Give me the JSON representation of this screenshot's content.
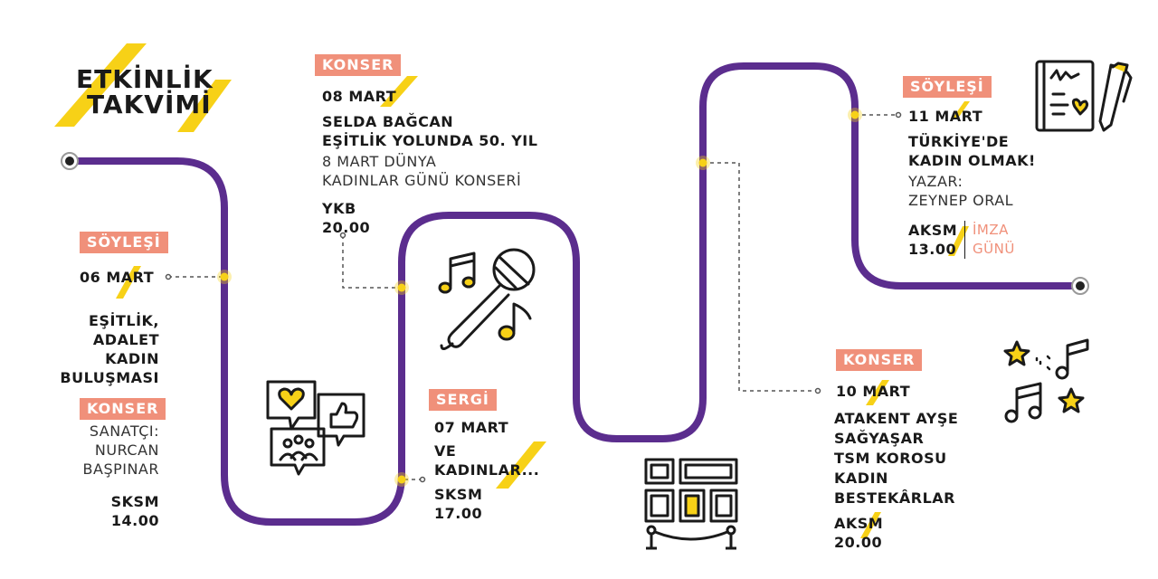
{
  "title": [
    "ETKİNLİK",
    "TAKVİMİ"
  ],
  "colors": {
    "path": "#5b2d8e",
    "accent": "#f7d117",
    "tag": "#f0907a",
    "text": "#1a1a1a"
  },
  "events": {
    "soylesi1": {
      "tag": "SÖYLEŞİ",
      "date": "06 MART",
      "title": [
        "EŞİTLİK,",
        "ADALET",
        "KADIN",
        "BULUŞMASI"
      ]
    },
    "konser1": {
      "tag": "KONSER",
      "details": [
        "SANATÇI:",
        "NURCAN",
        "BAŞPINAR"
      ],
      "venue": "SKSM",
      "time": "14.00"
    },
    "konser2": {
      "tag": "KONSER",
      "date": "08 MART",
      "title": [
        "SELDA BAĞCAN",
        "EŞİTLİK YOLUNDA 50. YIL"
      ],
      "details": [
        "8 MART DÜNYA",
        "KADINLAR GÜNÜ KONSERİ"
      ],
      "venue": "YKB",
      "time": "20.00"
    },
    "sergi": {
      "tag": "SERGİ",
      "date": "07 MART",
      "title": [
        "VE",
        "KADINLAR..."
      ],
      "venue": "SKSM",
      "time": "17.00"
    },
    "soylesi2": {
      "tag": "SÖYLEŞİ",
      "date": "11 MART",
      "title": [
        "TÜRKİYE'DE",
        "KADIN OLMAK!"
      ],
      "details": [
        "YAZAR:",
        "ZEYNEP ORAL"
      ],
      "venue": "AKSM",
      "time": "13.00",
      "extra": [
        "İMZA",
        "GÜNÜ"
      ]
    },
    "konser3": {
      "tag": "KONSER",
      "date": "10 MART",
      "title": [
        "ATAKENT AYŞE",
        "SAĞYAŞAR",
        "TSM KOROSU",
        "KADIN",
        "BESTEKÂRLAR"
      ],
      "venue": "AKSM",
      "time": "20.00"
    }
  },
  "icons": [
    "social-media-icon",
    "microphone-music-icon",
    "gallery-frames-icon",
    "book-pen-icon",
    "stars-notes-icon"
  ]
}
